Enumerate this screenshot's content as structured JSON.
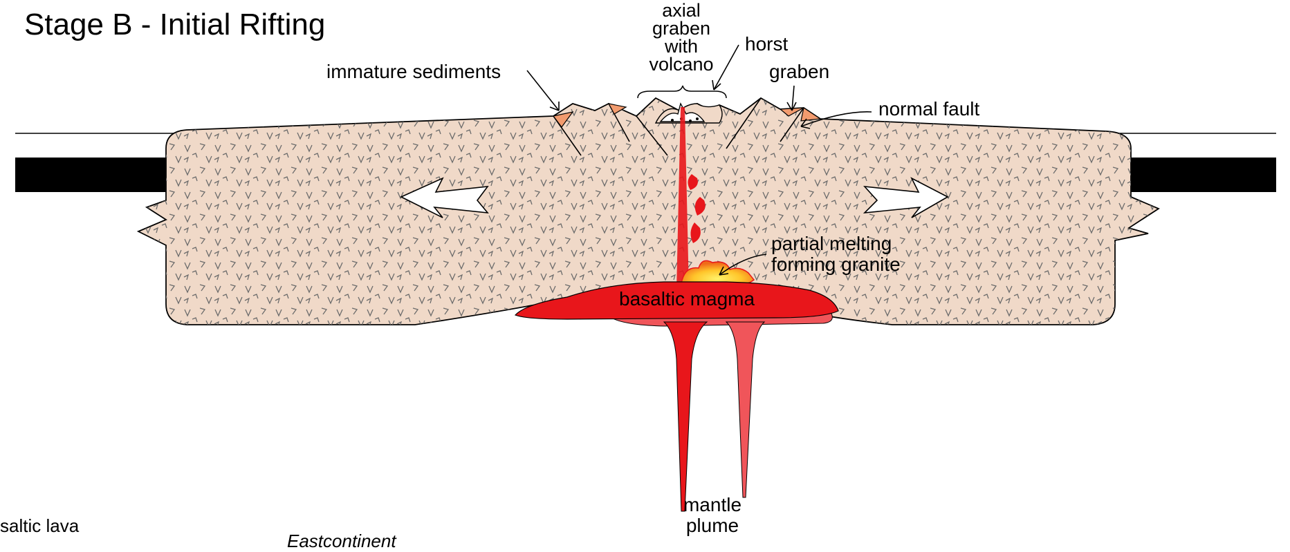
{
  "title": "Stage B - Initial Rifting",
  "labels": {
    "axial_graben": "axial\ngraben\nwith\nvolcano",
    "horst": "horst",
    "graben": "graben",
    "immature_sediments": "immature sediments",
    "normal_fault": "normal fault",
    "partial_melting": "partial melting\nforming granite",
    "basaltic_magma": "basaltic magma",
    "mantle_plume": "mantle\nplume",
    "basaltic_lava_cut": "saltic lava",
    "eastcontinent_cut": "Eastcontinent"
  },
  "colors": {
    "crust": "#f0d9c8",
    "crust_pattern": "#666666",
    "sediments": "#f29b6e",
    "magma": "#e8161b",
    "magma_light": "#f0555a",
    "melt_yellow": "#ffd23a",
    "oceanic_bar": "#000000",
    "arrow_fill": "#ffffff"
  }
}
